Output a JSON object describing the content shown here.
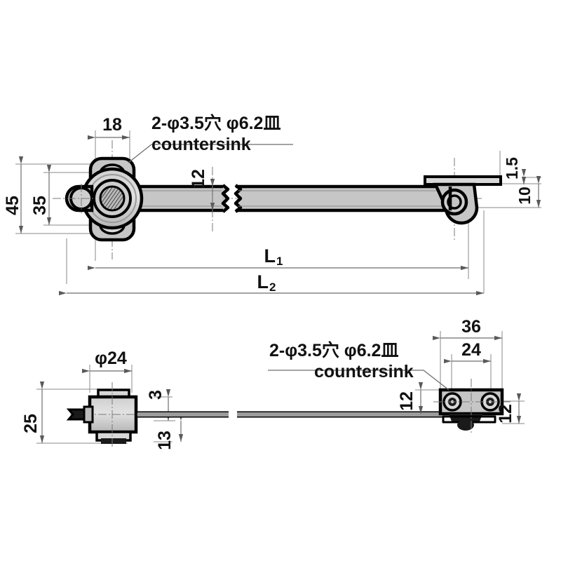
{
  "drawing": {
    "title": "Lid stay / friction hinge arm dimensional drawing",
    "views": [
      {
        "name": "top-view",
        "label": ""
      },
      {
        "name": "side-view",
        "label": ""
      }
    ]
  },
  "notes": [
    {
      "id": "note-top",
      "line1": "2-φ3.5穴 φ6.2皿",
      "line2": "countersink"
    },
    {
      "id": "note-bottom",
      "line1": "2-φ3.5穴 φ6.2皿",
      "line2": "countersink"
    }
  ],
  "dimensions": {
    "top_view": {
      "width_18": "18",
      "height_45": "45",
      "height_35": "35",
      "bar_thickness_12": "12",
      "plate_1_5": "1.5",
      "plate_10": "10",
      "length_l1": "L",
      "length_l1_sub": "1",
      "length_l2": "L",
      "length_l2_sub": "2"
    },
    "side_view": {
      "hub_dia_24": "φ24",
      "hub_height_25": "25",
      "rod_offset_3": "3",
      "rod_offset_13": "13",
      "bracket_36": "36",
      "bracket_24": "24",
      "bracket_12_left": "12",
      "bracket_12_right": "12"
    }
  },
  "symbols": {
    "diameter": "φ",
    "hole_kanji": "穴",
    "dish_kanji": "皿"
  },
  "colors": {
    "line": "#000000",
    "dimension_line": "#6e6e6e",
    "thin_line": "#8a8a8a",
    "body_fill": "#c6c6c6",
    "background": "#ffffff"
  }
}
